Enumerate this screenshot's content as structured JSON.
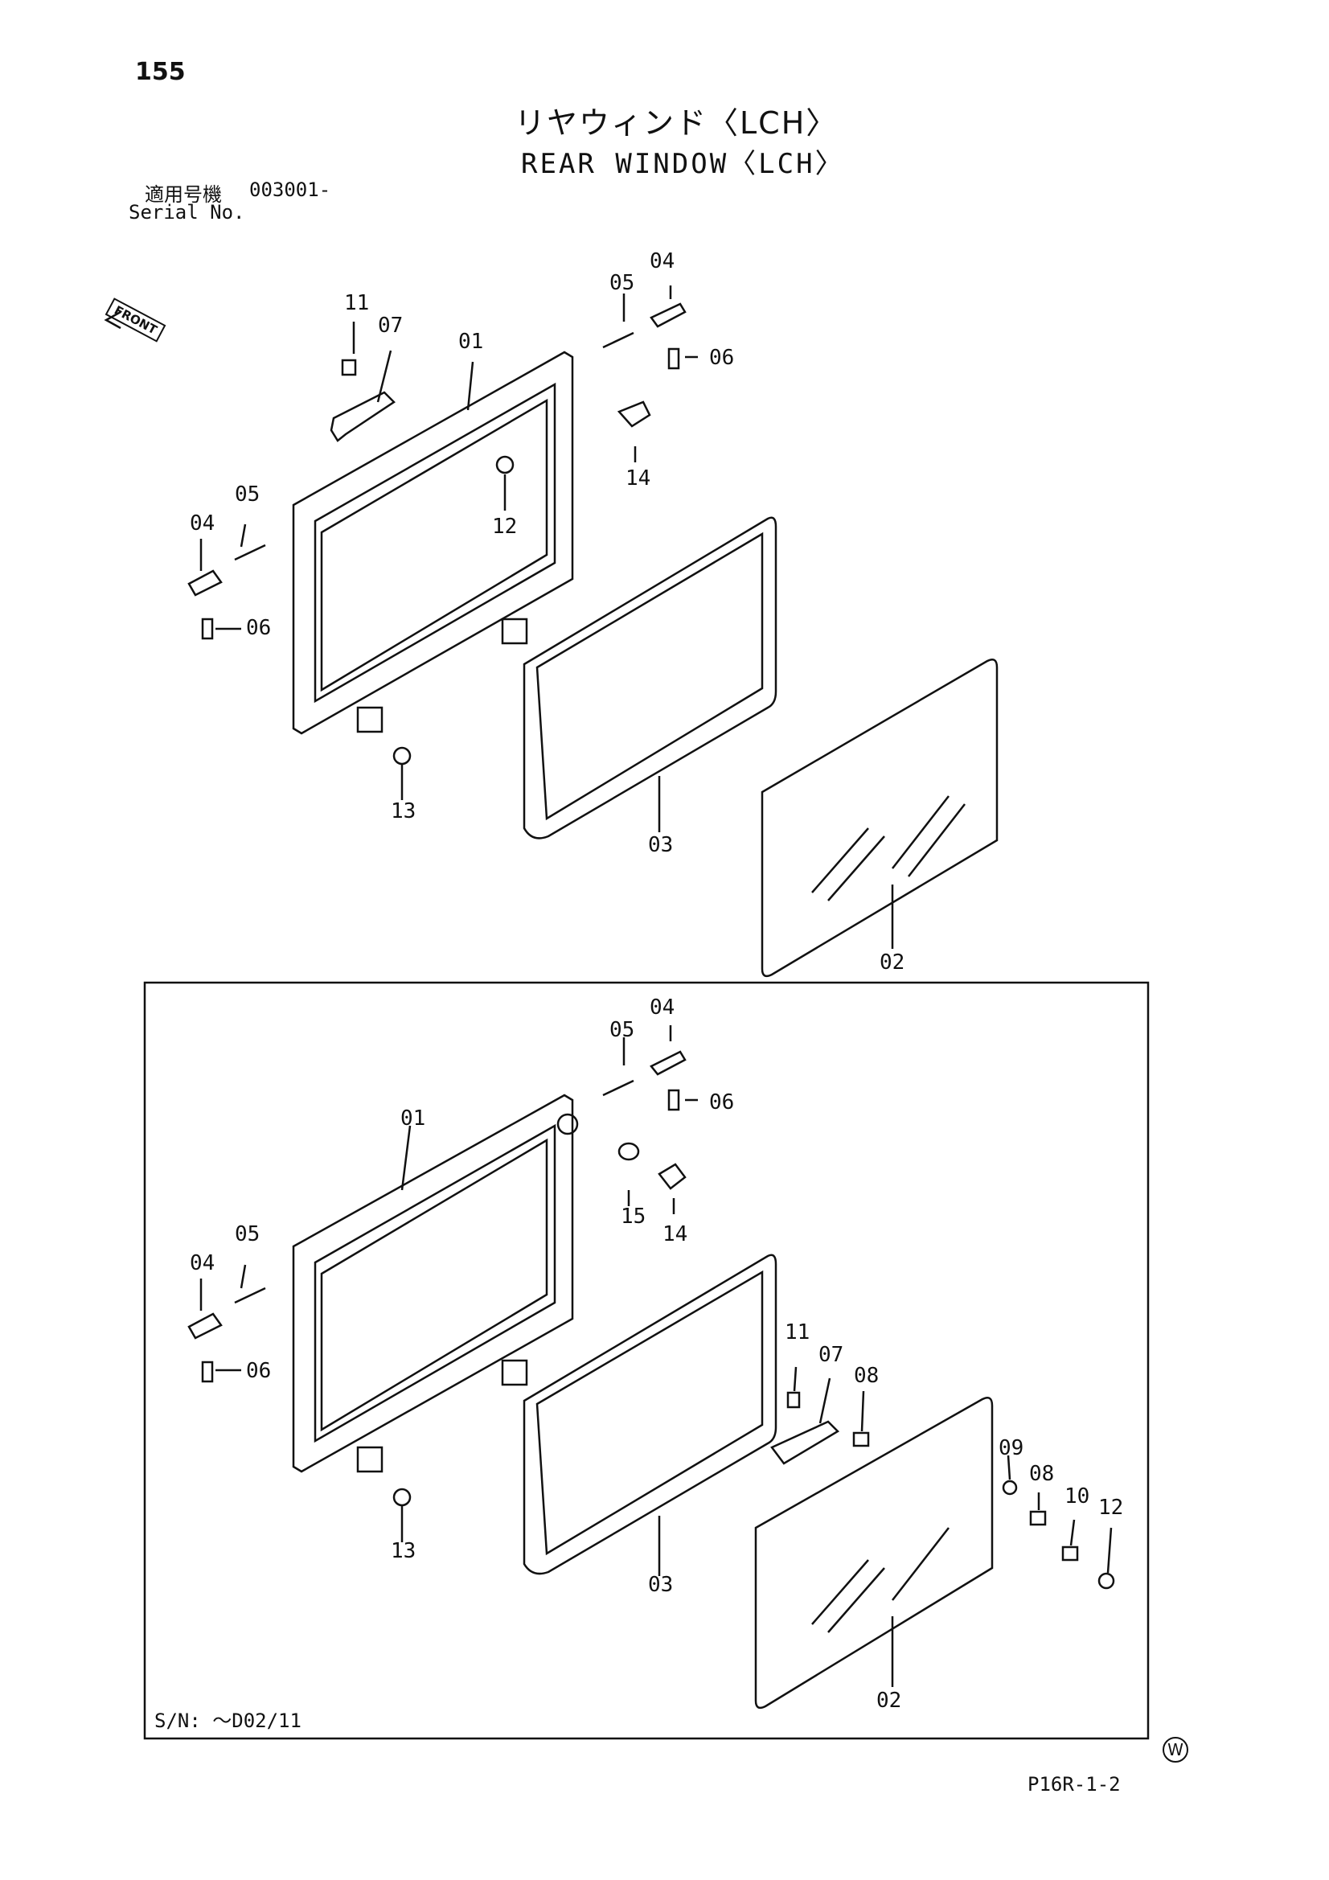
{
  "header": {
    "page_number": "155",
    "title_jp": "リヤウィンド〈LCH〉",
    "title_en": "REAR WINDOW〈LCH〉",
    "serial_label_jp": "適用号機",
    "serial_value": "003001-",
    "serial_label_en": "Serial No."
  },
  "front_marker": "FRONT",
  "diagram_upper": {
    "callouts": [
      "11",
      "07",
      "01",
      "05",
      "04",
      "06",
      "14",
      "12",
      "05",
      "04",
      "06",
      "13",
      "03",
      "02"
    ]
  },
  "diagram_lower": {
    "callouts": [
      "05",
      "04",
      "06",
      "01",
      "15",
      "14",
      "05",
      "04",
      "06",
      "13",
      "03",
      "11",
      "07",
      "08",
      "09",
      "08",
      "10",
      "12",
      "02"
    ],
    "serial_note": "S/N: ～D02/11"
  },
  "footer": {
    "watermark_symbol": "W",
    "document_id": "P16R-1-2"
  }
}
